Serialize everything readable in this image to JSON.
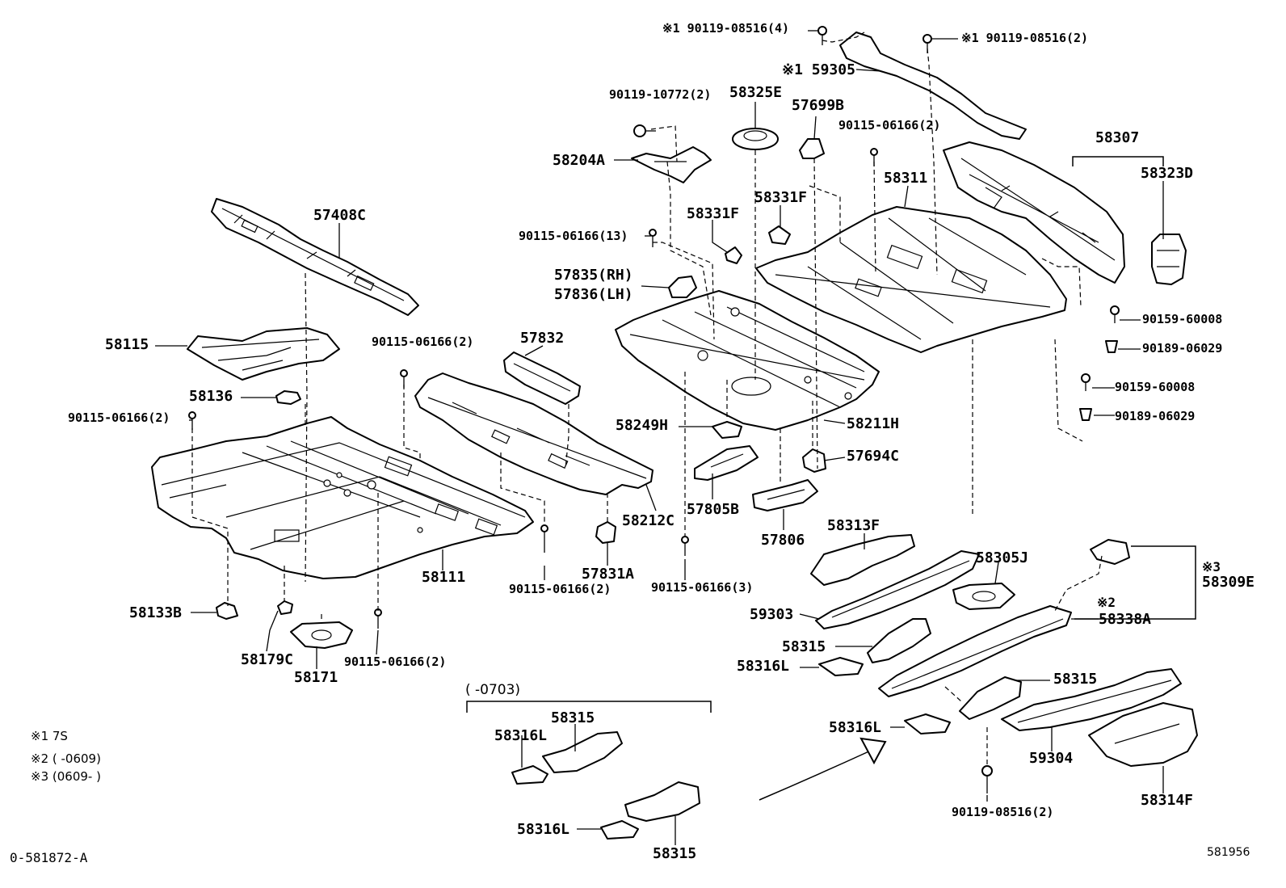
{
  "labels": {
    "l90119_08516_4": "※1  90119-08516(4)",
    "l90119_08516_2_top": "※1 90119-08516(2)",
    "l59305": "※1 59305",
    "l90119_10772": "90119-10772(2)",
    "l58325E": "58325E",
    "l57699B": "57699B",
    "l90115_06166_2_top": "90115-06166(2)",
    "l58307": "58307",
    "l58204A": "58204A",
    "l58311": "58311",
    "l58323D": "58323D",
    "l58331F_a": "58331F",
    "l58331F_b": "58331F",
    "l57408C": "57408C",
    "l90115_06166_13": "90115-06166(13)",
    "l57835": "57835(RH)",
    "l57836": "57836(LH)",
    "l90159_60008_a": "90159-60008",
    "l90189_06029_a": "90189-06029",
    "l58115": "58115",
    "l90115_06166_2_mid": "90115-06166(2)",
    "l57832": "57832",
    "l90159_60008_b": "90159-60008",
    "l58136": "58136",
    "l90189_06029_b": "90189-06029",
    "l90115_06166_2_left": "90115-06166(2)",
    "l58249H": "58249H",
    "l58211H": "58211H",
    "l57694C": "57694C",
    "l58212C": "58212C",
    "l57805B": "57805B",
    "l58313F": "58313F",
    "l57806": "57806",
    "l58305J": "58305J",
    "l58309E_note": "※3",
    "l58309E": "58309E",
    "l58111": "58111",
    "l57831A": "57831A",
    "l90115_06166_2_bot": "90115-06166(2)",
    "l90115_06166_3": "90115-06166(3)",
    "l58133B": "58133B",
    "l59303": "59303",
    "l58338A_note": "※2",
    "l58338A": "58338A",
    "l58315_a": "58315",
    "l58179C": "58179C",
    "l90115_06166_2_btm": "90115-06166(2)",
    "l58316L_a": "58316L",
    "l58171": "58171",
    "l58315_b": "58315",
    "l58315_c": "58315",
    "l58316L_b": "58316L",
    "l58316L_c": "58316L",
    "l59304": "59304",
    "l90119_08516_2_bot": "90119-08516(2)",
    "l58314F": "58314F",
    "l58316L_d": "58316L",
    "l58315_d": "58315"
  },
  "inset": {
    "range": "(        -0703)"
  },
  "legend": [
    "※1    7S",
    "※2  (        -0609)",
    "※3  (0609-        )"
  ],
  "footer": {
    "left": "0-581872-A",
    "right": "581956"
  }
}
